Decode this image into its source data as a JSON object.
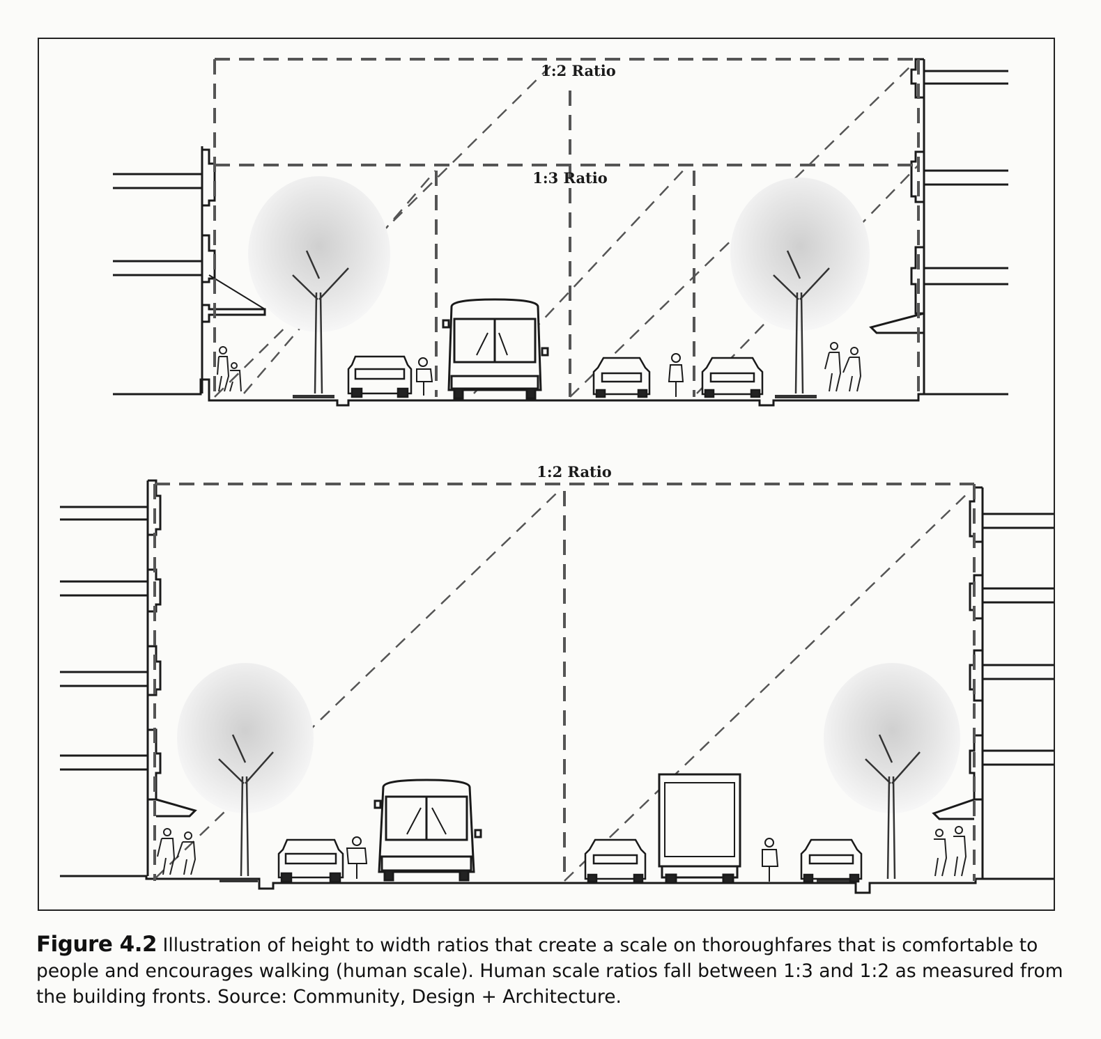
{
  "top_section": {
    "outer_ratio_label": "1:2 Ratio",
    "inner_ratio_label": "1:3 Ratio"
  },
  "bottom_section": {
    "ratio_label": "1:2 Ratio"
  },
  "caption": {
    "figure_label": "Figure 4.2",
    "text": " Illustration of height to width ratios that create a scale on thoroughfares that is comfortable to people and encourages walking (human scale). Human scale ratios fall between 1:3 and 1:2 as measured from the building fronts. Source: Community, Design + Architecture."
  },
  "colors": {
    "line": "#1a1a1a",
    "dash": "#555555",
    "frame": "#222222"
  }
}
